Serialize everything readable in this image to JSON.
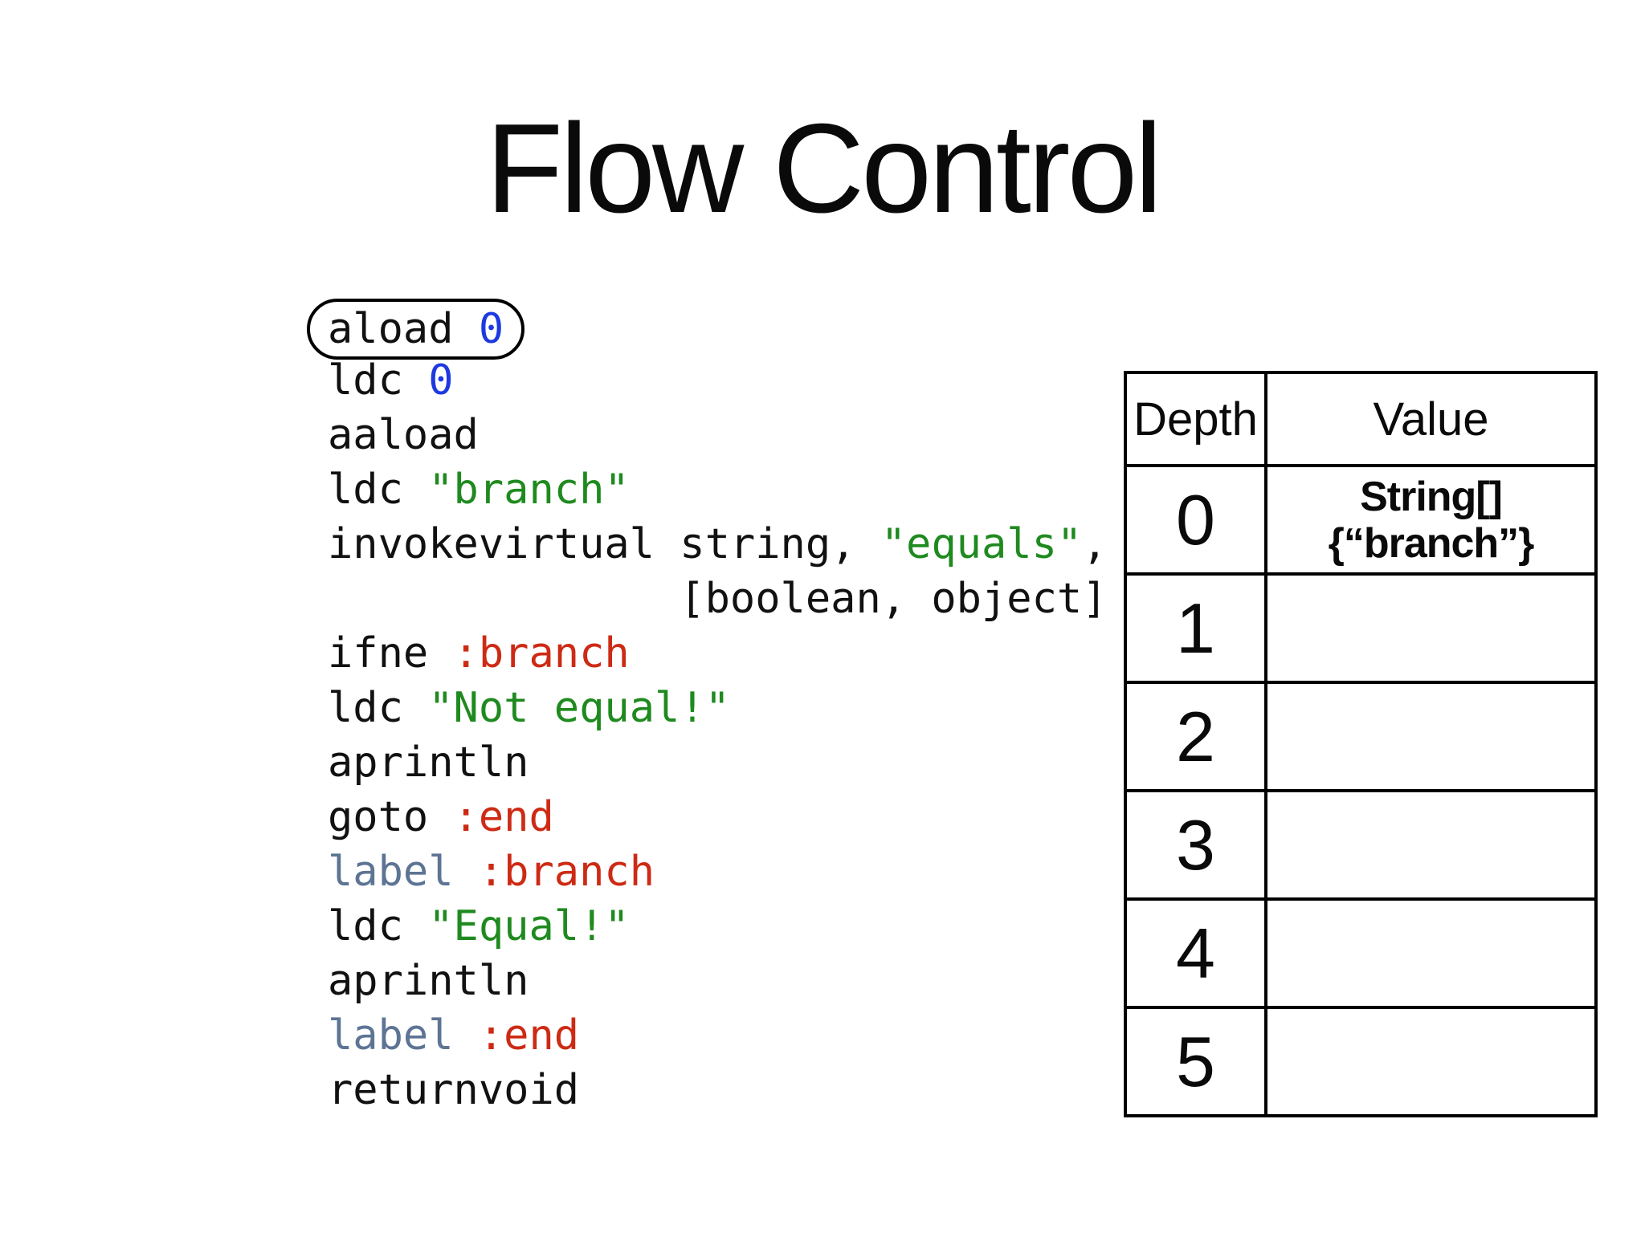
{
  "title": "Flow Control",
  "code": {
    "lines": [
      {
        "boxed": true,
        "tokens": [
          {
            "text": "aload ",
            "type": "plain"
          },
          {
            "text": "0",
            "type": "number"
          }
        ]
      },
      {
        "boxed": false,
        "tokens": [
          {
            "text": "ldc ",
            "type": "plain"
          },
          {
            "text": "0",
            "type": "number"
          }
        ]
      },
      {
        "boxed": false,
        "tokens": [
          {
            "text": "aaload",
            "type": "plain"
          }
        ]
      },
      {
        "boxed": false,
        "tokens": [
          {
            "text": "ldc ",
            "type": "plain"
          },
          {
            "text": "\"branch\"",
            "type": "string"
          }
        ]
      },
      {
        "boxed": false,
        "tokens": [
          {
            "text": "invokevirtual string, ",
            "type": "plain"
          },
          {
            "text": "\"equals\"",
            "type": "string"
          },
          {
            "text": ",",
            "type": "plain"
          }
        ]
      },
      {
        "boxed": false,
        "tokens": [
          {
            "text": "              [boolean, object]",
            "type": "plain"
          }
        ]
      },
      {
        "boxed": false,
        "tokens": [
          {
            "text": "ifne ",
            "type": "plain"
          },
          {
            "text": ":branch",
            "type": "label-ref"
          }
        ]
      },
      {
        "boxed": false,
        "tokens": [
          {
            "text": "ldc ",
            "type": "plain"
          },
          {
            "text": "\"Not equal!\"",
            "type": "string"
          }
        ]
      },
      {
        "boxed": false,
        "tokens": [
          {
            "text": "aprintln",
            "type": "plain"
          }
        ]
      },
      {
        "boxed": false,
        "tokens": [
          {
            "text": "goto ",
            "type": "plain"
          },
          {
            "text": ":end",
            "type": "label-ref"
          }
        ]
      },
      {
        "boxed": false,
        "tokens": [
          {
            "text": "label",
            "type": "label-keyword"
          },
          {
            "text": " ",
            "type": "plain"
          },
          {
            "text": ":branch",
            "type": "label-ref"
          }
        ]
      },
      {
        "boxed": false,
        "tokens": [
          {
            "text": "ldc ",
            "type": "plain"
          },
          {
            "text": "\"Equal!\"",
            "type": "string"
          }
        ]
      },
      {
        "boxed": false,
        "tokens": [
          {
            "text": "aprintln",
            "type": "plain"
          }
        ]
      },
      {
        "boxed": false,
        "tokens": [
          {
            "text": "label",
            "type": "label-keyword"
          },
          {
            "text": " ",
            "type": "plain"
          },
          {
            "text": ":end",
            "type": "label-ref"
          }
        ]
      },
      {
        "boxed": false,
        "tokens": [
          {
            "text": "returnvoid",
            "type": "plain"
          }
        ]
      }
    ]
  },
  "table": {
    "headers": [
      "Depth",
      "Value"
    ],
    "rows": [
      {
        "depth": "0",
        "value_lines": [
          "String[]",
          "{“branch”}"
        ]
      },
      {
        "depth": "1",
        "value_lines": []
      },
      {
        "depth": "2",
        "value_lines": []
      },
      {
        "depth": "3",
        "value_lines": []
      },
      {
        "depth": "4",
        "value_lines": []
      },
      {
        "depth": "5",
        "value_lines": []
      }
    ]
  },
  "colors": {
    "background": "#ffffff",
    "text": "#111111",
    "number_blue": "#1d3ae0",
    "string_green": "#1f8a1f",
    "label_red": "#cd2a14",
    "label_keyword_slate": "#5d7494",
    "table_border": "#000000",
    "highlight_box_border": "#000000"
  }
}
